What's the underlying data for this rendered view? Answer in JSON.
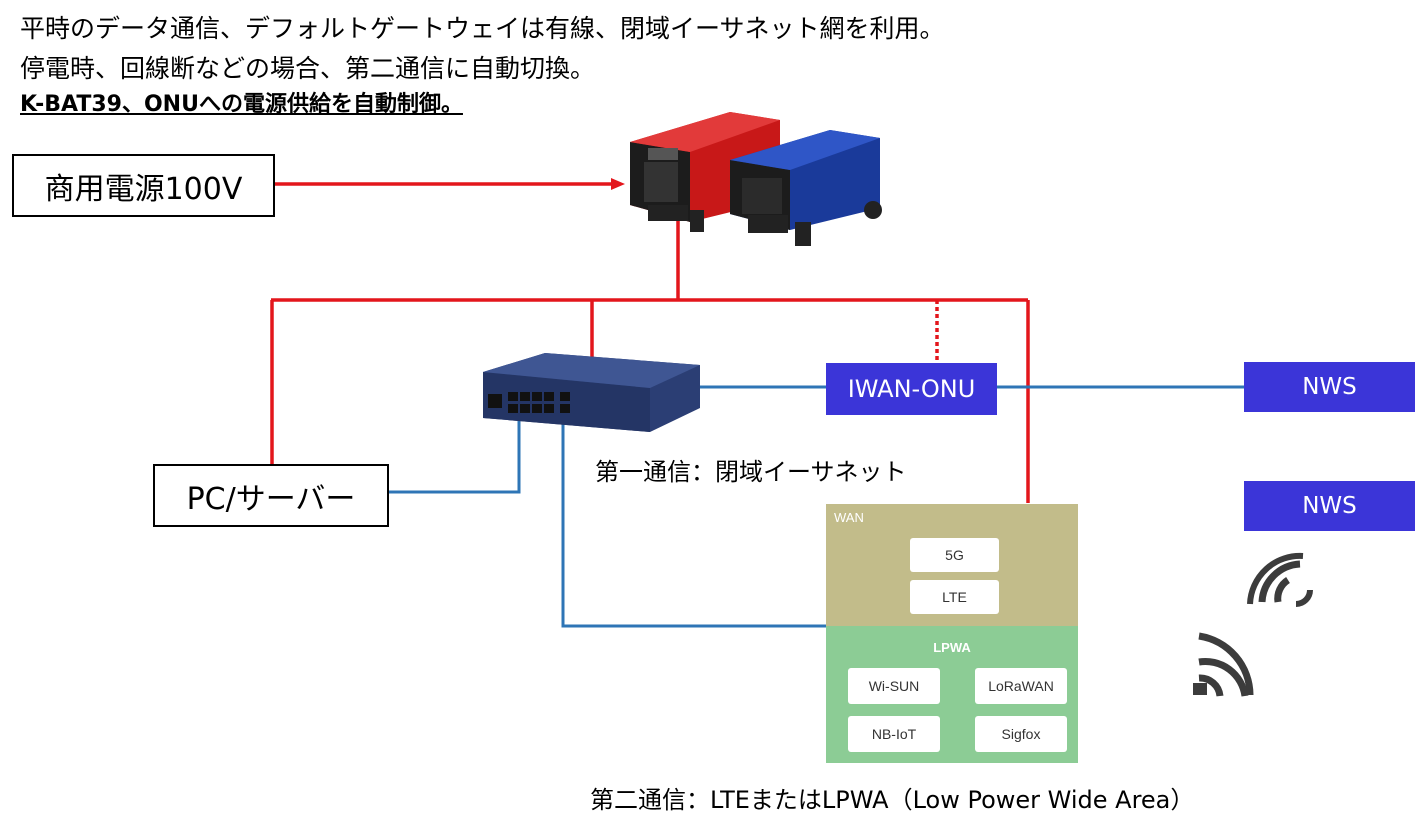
{
  "header": {
    "line1": "平時のデータ通信、デフォルトゲートウェイは有線、閉域イーサネット網を利用。",
    "line2": "停電時、回線断などの場合、第二通信に自動切換。",
    "line3": "K-BAT39、ONUへの電源供給を自動制御。"
  },
  "power_source": {
    "label": "商用電源100V"
  },
  "pc_server": {
    "label": "PC/サーバー"
  },
  "onu": {
    "label": "IWAN-ONU"
  },
  "nws_top": {
    "label": "NWS"
  },
  "nws_bottom": {
    "label": "NWS"
  },
  "first_comm_caption": "第一通信：閉域イーサネット",
  "second_comm_caption": "第二通信：LTEまたはLPWA（Low Power Wide Area）",
  "wan_panel": {
    "title": "WAN",
    "items": [
      "5G",
      "LTE"
    ]
  },
  "lpwa_panel": {
    "title": "LPWA",
    "items": [
      "Wi-SUN",
      "LoRaWAN",
      "NB-IoT",
      "Sigfox"
    ]
  },
  "colors": {
    "power_line": "#e3161c",
    "data_line": "#2e75b6",
    "nws": "#3b35d8",
    "wan": "#c2bc8a",
    "lpwa": "#8ccc95"
  },
  "icons": [
    "battery-red-icon",
    "battery-blue-icon",
    "router-icon",
    "wireless-signal-icon"
  ]
}
